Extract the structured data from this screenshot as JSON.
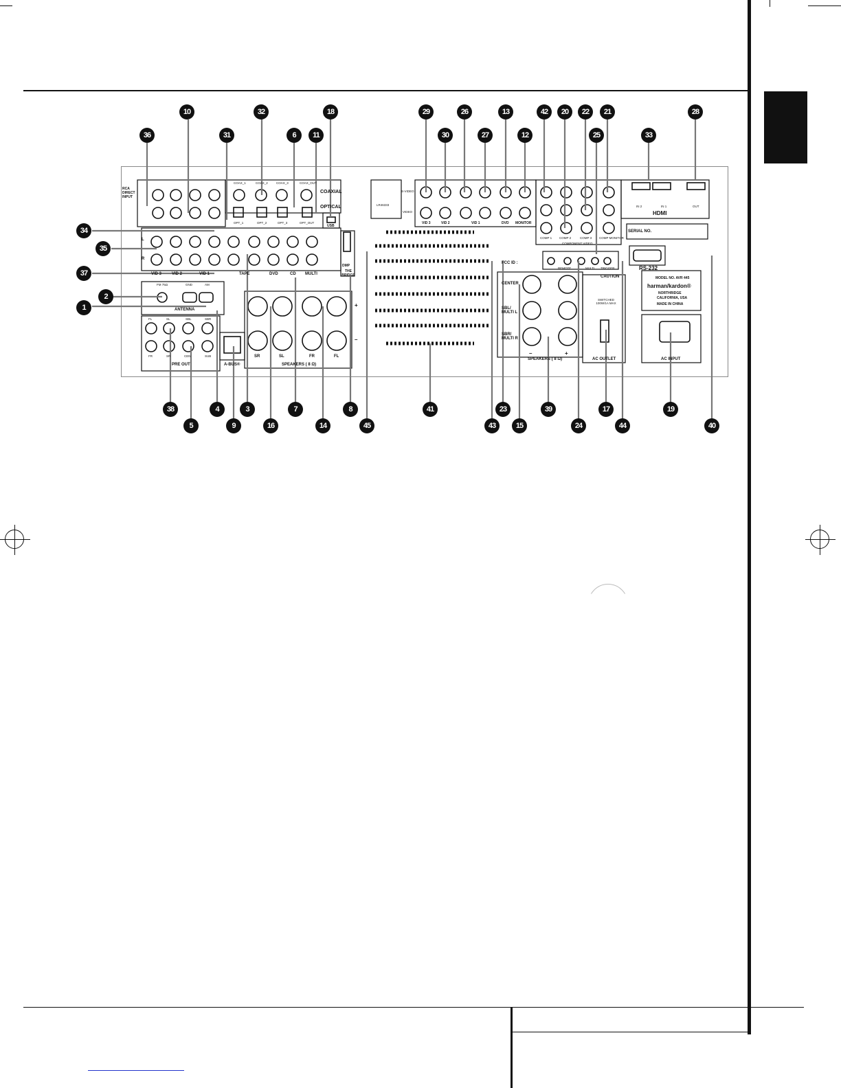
{
  "page": {
    "colors": {
      "ink": "#111111",
      "link": "#2233cc",
      "panel_line": "#888888"
    }
  },
  "panel_labels": {
    "rca_direct_input": "RCA DIRECT INPUT",
    "coaxial": "COAXIAL",
    "optical": "OPTICAL",
    "usb": "USB",
    "coax_1": "COAX_1",
    "coax_2": "COAX_2",
    "coax_3": "COAX_3",
    "coax_out": "COAX_OUT",
    "opt_1": "OPT_1",
    "opt_2": "OPT_2",
    "opt_3": "OPT_3",
    "opt_out": "OPT_OUT",
    "vid3": "VID 3",
    "vid2": "VID 2",
    "vid1": "VID 1",
    "tape": "TAPE",
    "dvd": "DVD",
    "cd": "CD",
    "multi": "MULTI",
    "dmp": "DMP",
    "the_bridge": "THE BRIDGE",
    "antenna": "ANTENNA",
    "fm": "FM 75Ω",
    "gnd": "GND",
    "am": "AM",
    "pre_out": "PRE OUT",
    "abus": "A-BUS®",
    "speakers_8": "SPEAKERS ( 8 Ω)",
    "sr": "SR",
    "sl": "SL",
    "fr": "FR",
    "fl": "FL",
    "plus": "+",
    "minus": "–",
    "svideo": "S-VIDEO",
    "video": "VIDEO",
    "in": "IN",
    "out": "OUT",
    "monitor": "MONITOR",
    "comp1": "COMP 1",
    "comp2": "COMP 2",
    "comp3": "COMP 3",
    "comp_monitor": "COMP MONITOR",
    "component_video": "COMPONENT VIDEO",
    "hdmi": "HDMI",
    "hdmi_in2": "IN 2",
    "hdmi_in1": "IN 1",
    "hdmi_out": "OUT",
    "serial_no": "SERIAL NO.",
    "rs232": "RS-232",
    "fcc_id": "FCC ID : ",
    "center": "CENTER",
    "sbl_multi_l": "SBL/ MULTI L",
    "sbr_multi_r": "SBR/ MULTI R",
    "speakers_8b": "SPEAKERS ( 8 Ω)",
    "remote": "REMOTE",
    "multi_label": "MULTI",
    "trigger": "TRIGGER",
    "caution": "CAUTION",
    "switched": "SWITCHED 100W/1A MAX",
    "ac_outlet": "AC OUTLET",
    "ac_input": "AC INPUT",
    "model_no": "MODEL NO. AVR 445",
    "brand": "harman/kardon®",
    "northridge": "NORTHRIDGE",
    "california": "CALIFORNIA, USA",
    "made_in": "MADE IN CHINA",
    "fl_l": "FL",
    "fr_r": "FR",
    "c": "CEN",
    "sub": "SUB",
    "sl_l": "SL",
    "sr_r": "SR",
    "sbl": "SBL",
    "sbr": "SBR",
    "l": "L",
    "r": "R",
    "csa": "LR46333"
  },
  "callouts": [
    {
      "id": "c10",
      "label": "10"
    },
    {
      "id": "c32",
      "label": "32"
    },
    {
      "id": "c18",
      "label": "18"
    },
    {
      "id": "c36",
      "label": "36"
    },
    {
      "id": "c31",
      "label": "31"
    },
    {
      "id": "c6",
      "label": "6"
    },
    {
      "id": "c11",
      "label": "11"
    },
    {
      "id": "c29",
      "label": "29"
    },
    {
      "id": "c26",
      "label": "26"
    },
    {
      "id": "c13",
      "label": "13"
    },
    {
      "id": "c42",
      "label": "42"
    },
    {
      "id": "c20",
      "label": "20"
    },
    {
      "id": "c22",
      "label": "22"
    },
    {
      "id": "c21",
      "label": "21"
    },
    {
      "id": "c28",
      "label": "28"
    },
    {
      "id": "c30",
      "label": "30"
    },
    {
      "id": "c27",
      "label": "27"
    },
    {
      "id": "c12",
      "label": "12"
    },
    {
      "id": "c25",
      "label": "25"
    },
    {
      "id": "c33",
      "label": "33"
    },
    {
      "id": "c34",
      "label": "34"
    },
    {
      "id": "c35",
      "label": "35"
    },
    {
      "id": "c37",
      "label": "37"
    },
    {
      "id": "c2",
      "label": "2"
    },
    {
      "id": "c1",
      "label": "1"
    },
    {
      "id": "c38",
      "label": "38"
    },
    {
      "id": "c4",
      "label": "4"
    },
    {
      "id": "c3",
      "label": "3"
    },
    {
      "id": "c7",
      "label": "7"
    },
    {
      "id": "c8",
      "label": "8"
    },
    {
      "id": "c41",
      "label": "41"
    },
    {
      "id": "c23",
      "label": "23"
    },
    {
      "id": "c39",
      "label": "39"
    },
    {
      "id": "c17",
      "label": "17"
    },
    {
      "id": "c19",
      "label": "19"
    },
    {
      "id": "c5",
      "label": "5"
    },
    {
      "id": "c9",
      "label": "9"
    },
    {
      "id": "c16",
      "label": "16"
    },
    {
      "id": "c14",
      "label": "14"
    },
    {
      "id": "c45",
      "label": "45"
    },
    {
      "id": "c43",
      "label": "43"
    },
    {
      "id": "c15",
      "label": "15"
    },
    {
      "id": "c24",
      "label": "24"
    },
    {
      "id": "c44",
      "label": "44"
    },
    {
      "id": "c40",
      "label": "40"
    }
  ]
}
